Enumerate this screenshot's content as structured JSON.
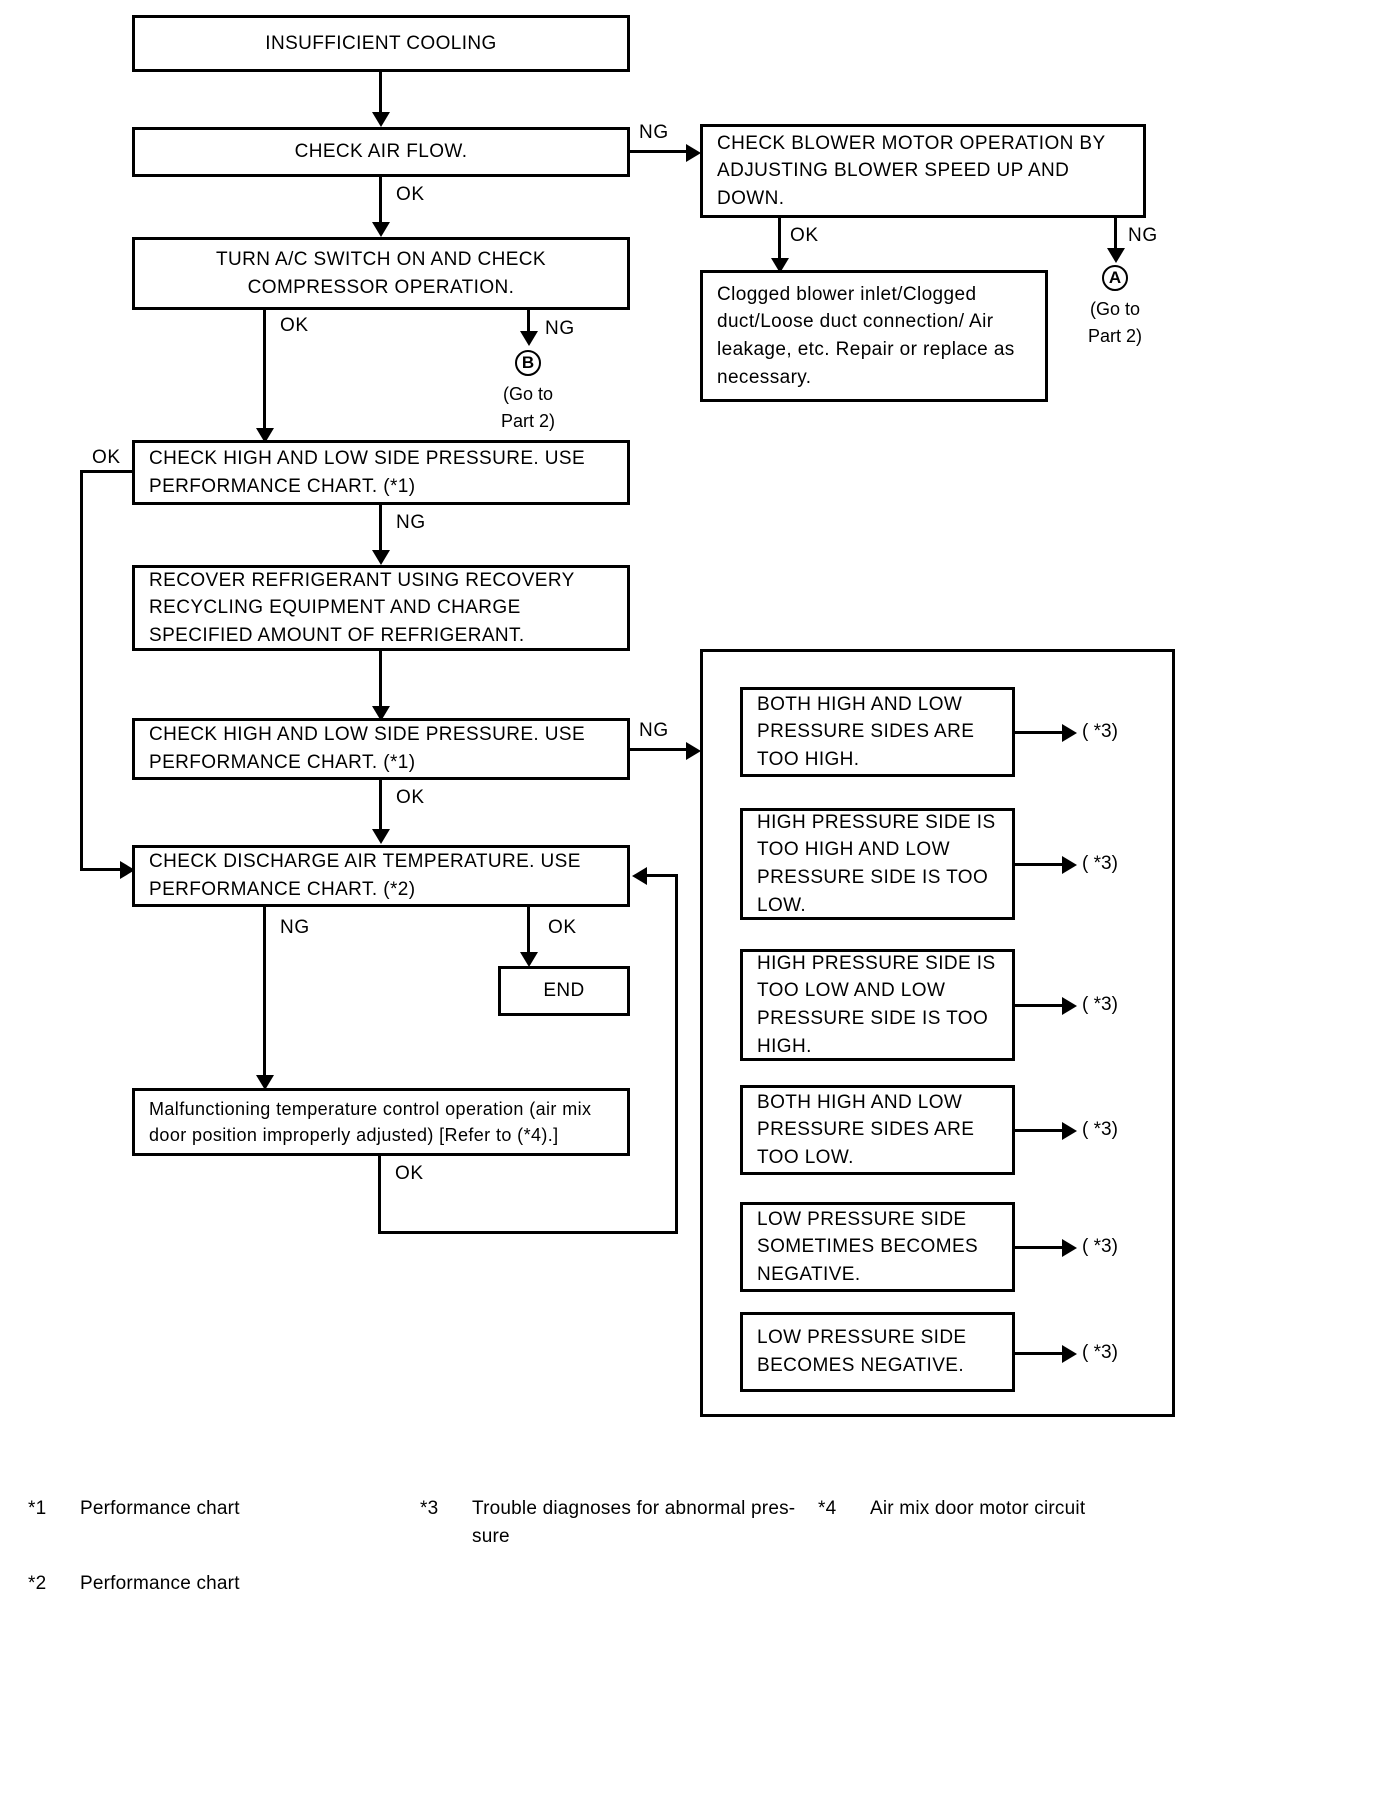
{
  "diagram": {
    "title": "Insufficient Cooling Trouble Diagnosis Flowchart",
    "nodes": {
      "start": "INSUFFICIENT COOLING",
      "check_air_flow": "CHECK AIR FLOW.",
      "blower_motor": "CHECK BLOWER MOTOR OPERATION BY ADJUSTING BLOWER SPEED UP AND DOWN.",
      "clogged": "Clogged blower inlet/Clogged duct/Loose duct connection/ Air leakage, etc. Repair or replace as necessary.",
      "ac_switch": "TURN A/C SWITCH ON AND CHECK COMPRESSOR OPERATION.",
      "check_pressure_1": "CHECK HIGH AND LOW SIDE PRESSURE. USE PERFORMANCE CHART. (*1)",
      "recover": "RECOVER REFRIGERANT USING RECOVERY RECYCLING EQUIPMENT AND CHARGE SPECIFIED AMOUNT OF REFRIGERANT.",
      "check_pressure_2": "CHECK HIGH AND LOW SIDE PRESSURE. USE PERFORMANCE CHART. (*1)",
      "check_discharge": "CHECK DISCHARGE AIR TEMPERATURE. USE PERFORMANCE CHART. (*2)",
      "end": "END",
      "malfunction": "Malfunctioning temperature control operation (air mix door position improperly adjusted) [Refer to (*4).]"
    },
    "conditions": [
      {
        "text": "BOTH HIGH AND LOW PRESSURE SIDES ARE TOO HIGH.",
        "ref": "( *3)"
      },
      {
        "text": "HIGH PRESSURE SIDE IS TOO HIGH AND LOW PRESSURE SIDE IS TOO LOW.",
        "ref": "( *3)"
      },
      {
        "text": "HIGH PRESSURE SIDE IS TOO LOW AND LOW PRESSURE SIDE IS TOO HIGH.",
        "ref": "( *3)"
      },
      {
        "text": "BOTH HIGH AND LOW PRESSURE SIDES ARE TOO LOW.",
        "ref": "( *3)"
      },
      {
        "text": "LOW PRESSURE SIDE SOMETIMES BECOMES NEGATIVE.",
        "ref": "( *3)"
      },
      {
        "text": "LOW PRESSURE SIDE BECOMES NEGATIVE.",
        "ref": "( *3)"
      }
    ],
    "edge_labels": {
      "ng1": "NG",
      "ok_blower": "OK",
      "ng_blower": "NG",
      "ok_airflow": "OK",
      "ok_compressor": "OK",
      "ng_compressor": "NG",
      "ok_pressure1": "OK",
      "ng_pressure1": "NG",
      "ng_pressure2": "NG",
      "ok_pressure2": "OK",
      "ng_discharge": "NG",
      "ok_discharge": "OK",
      "ok_malfunction": "OK"
    },
    "connectors": {
      "a_label": "A",
      "a_goto": "(Go to\nPart 2)",
      "b_label": "B",
      "b_goto": "(Go to\nPart 2)"
    },
    "footnotes": [
      {
        "tag": "*1",
        "text": "Performance chart"
      },
      {
        "tag": "*2",
        "text": "Performance chart"
      },
      {
        "tag": "*3",
        "text": "Trouble diagnoses for abnormal pres- sure"
      },
      {
        "tag": "*4",
        "text": "Air mix door motor circuit"
      }
    ]
  }
}
